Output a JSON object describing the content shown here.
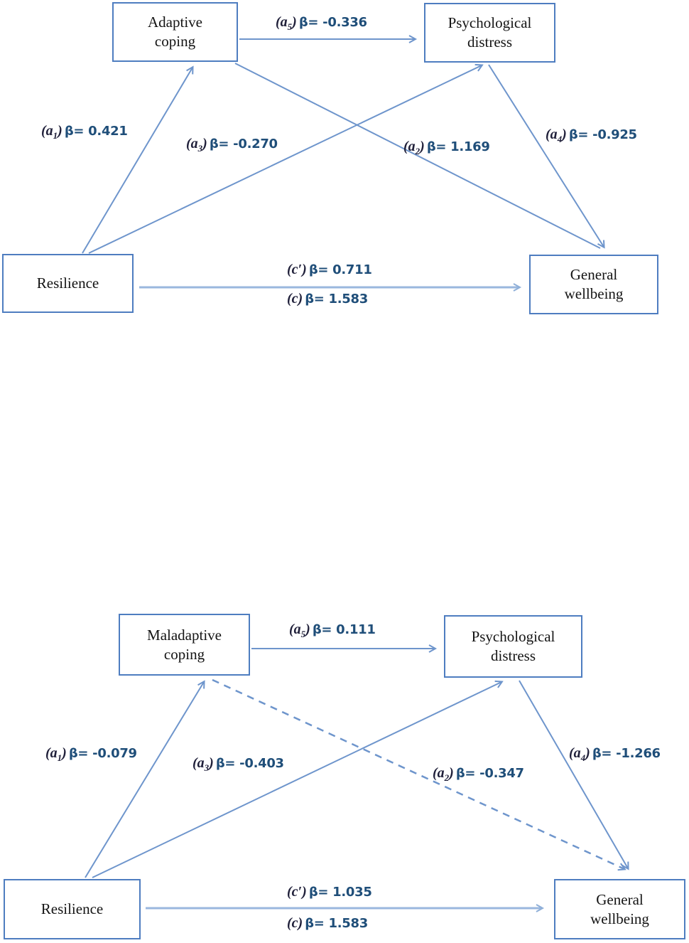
{
  "colors": {
    "box_border": "#4e7dc0",
    "arrow_line": "#6e95cc",
    "direct_effect_line": "#9ab7de",
    "beta_text": "#1f4e79",
    "node_text": "#141414"
  },
  "diagram": {
    "panels": [
      {
        "name": "adaptive-coping-model",
        "nodes": {
          "coping": "Adaptive coping",
          "distress": "Psychological distress",
          "resilience": "Resilience",
          "wellbeing": "General wellbeing"
        },
        "paths": {
          "a1": {
            "p1": "(a",
            "sub": "1",
            "p2": ")",
            "v": "β= 0.421",
            "style": "solid"
          },
          "a2": {
            "p1": "(a",
            "sub": "2",
            "p2": ")",
            "v": "β= 1.169",
            "style": "solid"
          },
          "a3": {
            "p1": "(a",
            "sub": "3",
            "p2": ")",
            "v": "β= -0.270",
            "style": "solid"
          },
          "a4": {
            "p1": "(a",
            "sub": "4",
            "p2": ")",
            "v": "β= -0.925",
            "style": "solid"
          },
          "a5": {
            "p1": "(a",
            "sub": "5",
            "p2": ")",
            "v": "β= -0.336",
            "style": "solid"
          },
          "c_prime": {
            "p1": "(c′)",
            "sub": "",
            "p2": "",
            "v": "β= 0.711",
            "style": "solid"
          },
          "c": {
            "p1": "(c)",
            "sub": "",
            "p2": "",
            "v": "β= 1.583",
            "style": "solid"
          }
        }
      },
      {
        "name": "maladaptive-coping-model",
        "nodes": {
          "coping": "Maladaptive coping",
          "distress": "Psychological distress",
          "resilience": "Resilience",
          "wellbeing": "General wellbeing"
        },
        "paths": {
          "a1": {
            "p1": "(a",
            "sub": "1",
            "p2": ")",
            "v": "β= -0.079",
            "style": "solid"
          },
          "a2": {
            "p1": "(a",
            "sub": "2",
            "p2": ")",
            "v": "β= -0.347",
            "style": "dashed"
          },
          "a3": {
            "p1": "(a",
            "sub": "3",
            "p2": ")",
            "v": "β= -0.403",
            "style": "solid"
          },
          "a4": {
            "p1": "(a",
            "sub": "4",
            "p2": ")",
            "v": "β= -1.266",
            "style": "solid"
          },
          "a5": {
            "p1": "(a",
            "sub": "5",
            "p2": ")",
            "v": "β= 0.111",
            "style": "solid"
          },
          "c_prime": {
            "p1": "(c′)",
            "sub": "",
            "p2": "",
            "v": "β= 1.035",
            "style": "solid"
          },
          "c": {
            "p1": "(c)",
            "sub": "",
            "p2": "",
            "v": "β= 1.583",
            "style": "solid"
          }
        }
      }
    ]
  }
}
